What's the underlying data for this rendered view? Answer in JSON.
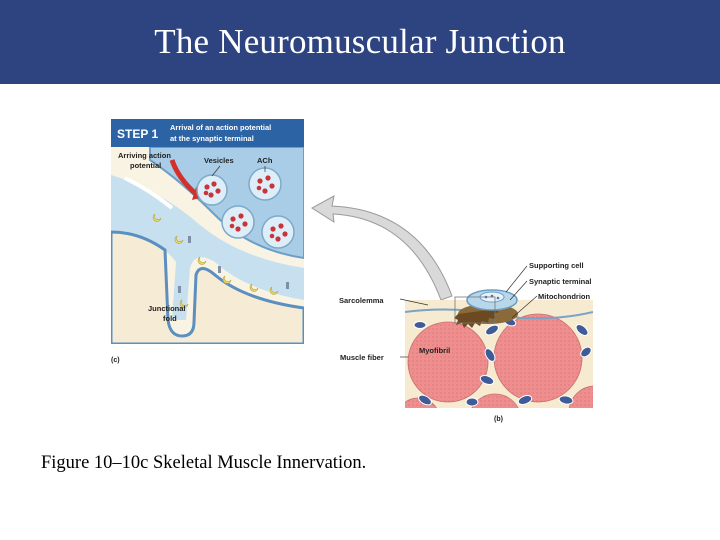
{
  "slide": {
    "title": "The Neuromuscular Junction",
    "caption": "Figure 10–10c Skeletal Muscle Innervation."
  },
  "panel_c": {
    "step_label": "STEP 1",
    "step_title_line1": "Arrival of an action potential",
    "step_title_line2": "at the synaptic terminal",
    "arriving_line1": "Arriving action",
    "arriving_line2": "potential",
    "vesicles_label": "Vesicles",
    "ach_label": "ACh",
    "junctional_line1": "Junctional",
    "junctional_line2": "fold",
    "panel_letter": "(c)"
  },
  "panel_b": {
    "supporting_cell": "Supporting cell",
    "synaptic_terminal": "Synaptic terminal",
    "mitochondrion": "Mitochondrion",
    "sarcolemma": "Sarcolemma",
    "muscle_fiber": "Muscle fiber",
    "myofibril": "Myofibril",
    "panel_letter": "(b)"
  },
  "colors": {
    "title_bar": "#2e4480",
    "step_header": "#2c63a4",
    "tissue_pink": "#e98a8a",
    "cleft_blue": "#c7e0ef"
  }
}
